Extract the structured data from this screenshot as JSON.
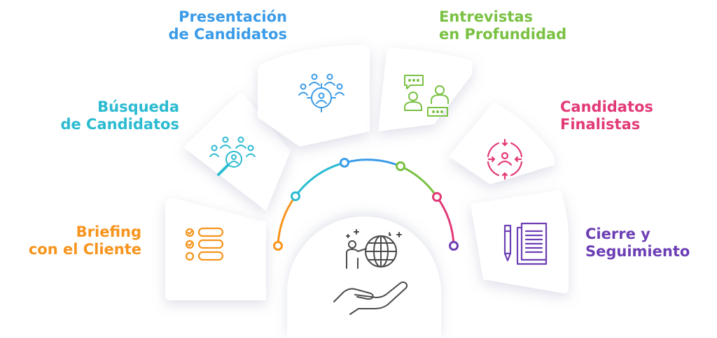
{
  "steps": [
    {
      "id": "briefing",
      "line1": "Briefing",
      "line2": "con el Cliente",
      "color": "#F7941D",
      "icon": "checklist-icon"
    },
    {
      "id": "busqueda",
      "line1": "Búsqueda",
      "line2": "de Candidatos",
      "color": "#2BBBD1",
      "icon": "candidate-search-icon"
    },
    {
      "id": "presentacion",
      "line1": "Presentación",
      "line2": "de Candidatos",
      "color": "#3A9BE8",
      "icon": "candidate-network-icon"
    },
    {
      "id": "entrevistas",
      "line1": "Entrevistas",
      "line2": "en Profundidad",
      "color": "#7AC143",
      "icon": "interview-icon"
    },
    {
      "id": "finalistas",
      "line1": "Candidatos",
      "line2": "Finalistas",
      "color": "#E23A78",
      "icon": "finalist-target-icon"
    },
    {
      "id": "cierre",
      "line1": "Cierre y",
      "line2": "Seguimiento",
      "color": "#6C3FB5",
      "icon": "document-pencil-icon"
    }
  ],
  "center": {
    "icon": "global-recruitment-hand-icon",
    "color": "#4A4A4A"
  }
}
